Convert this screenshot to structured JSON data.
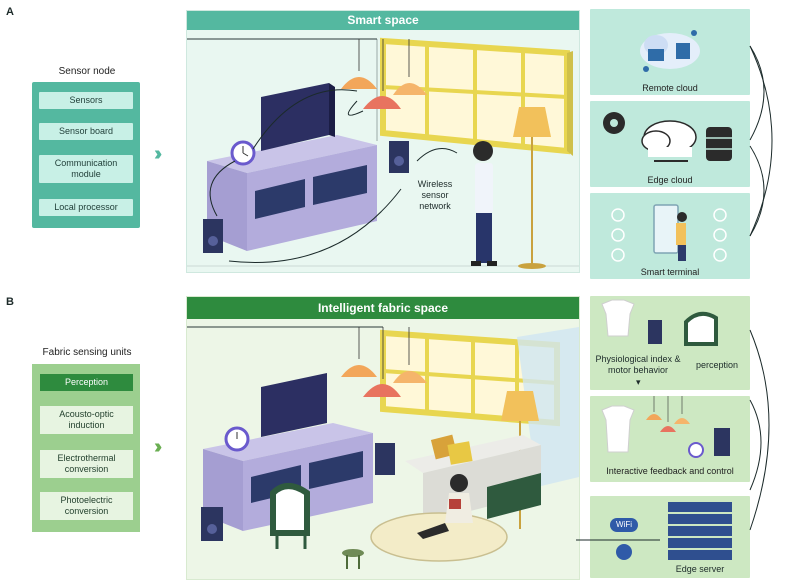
{
  "panel_a": {
    "label": "A",
    "sensor_node": {
      "title": "Sensor node",
      "items": [
        "Sensors",
        "Sensor board",
        "Communication module",
        "Local processor"
      ]
    },
    "scene": {
      "title": "Smart space",
      "network_label": "Wireless sensor network"
    },
    "cloud": {
      "remote": "Remote cloud",
      "edge": "Edge cloud",
      "terminal": "Smart terminal"
    }
  },
  "panel_b": {
    "label": "B",
    "fabric_units": {
      "title": "Fabric sensing units",
      "items": [
        "Perception",
        "Acousto-optic induction",
        "Electrothermal conversion",
        "Photoelectric conversion"
      ]
    },
    "scene": {
      "title": "Intelligent fabric space"
    },
    "right": {
      "physio": "Physiological index & motor behavior",
      "perception": "perception",
      "feedback": "Interactive feedback and control",
      "wifi": "WiFi",
      "edge_server": "Edge server"
    }
  },
  "colors": {
    "teal": "#54b8a0",
    "teal_light": "#c8f0e6",
    "green": "#2e8b3e",
    "green_light": "#9ccf8f",
    "scene_bg": "#e9f7f1",
    "fabric_bg": "#edf6e7"
  }
}
